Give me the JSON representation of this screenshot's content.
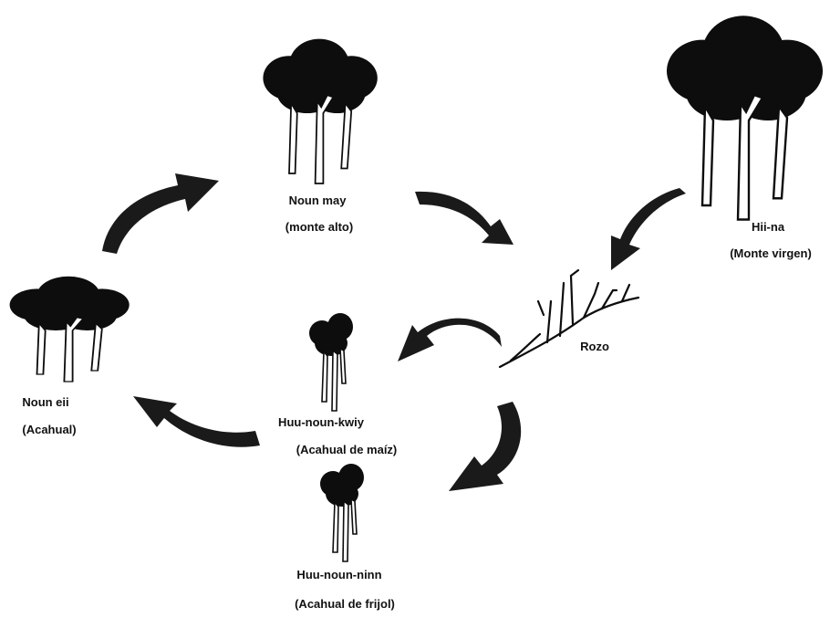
{
  "colors": {
    "ink": "#0d0d0d",
    "background": "#ffffff"
  },
  "nodes": {
    "monte_alto": {
      "name": "Noun may",
      "subtitle": "(monte alto)"
    },
    "monte_virgen": {
      "name": "Hii-na",
      "subtitle": "(Monte virgen)"
    },
    "rozo": {
      "name": "Rozo"
    },
    "acahual": {
      "name": "Noun eii",
      "subtitle": "(Acahual)"
    },
    "acahual_maiz": {
      "name": "Huu-noun-kwiy",
      "subtitle": "(Acahual de maíz)"
    },
    "acahual_frijol": {
      "name": "Huu-noun-ninn",
      "subtitle": "(Acahual de frijol)"
    }
  }
}
